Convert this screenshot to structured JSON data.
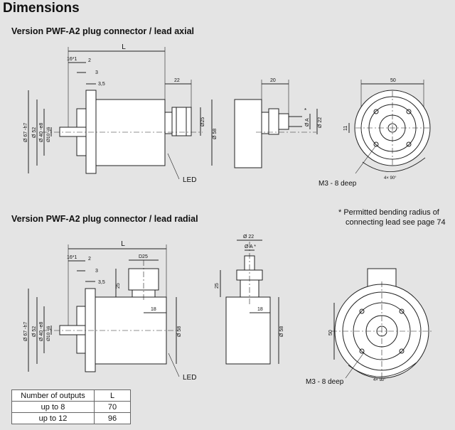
{
  "page": {
    "title": "Dimensions",
    "section_axial": "Version PWF-A2 plug connector / lead axial",
    "section_radial": "Version PWF-A2 plug connector / lead radial",
    "note_line1": "*  Permitted bending radius of",
    "note_line2": "connecting lead see page 74"
  },
  "dims": {
    "L": "L",
    "d16": "16*1",
    "d2": "2",
    "d3": "3",
    "d35": "3,5",
    "d22": "22",
    "d20": "20",
    "d50": "50",
    "d11": "11",
    "d18": "18",
    "d25": "25",
    "dia67": "Ø 67 -h7",
    "dia52": "Ø 52",
    "dia40": "Ø 40 -e8",
    "dia10": "Ø10 -j6",
    "dia58": "Ø 58",
    "dia25": "Ø25",
    "diaA": "Ø A",
    "diaA_star": "Ø A *",
    "dia22": "Ø 22",
    "D25": "D25",
    "star": "*",
    "led": "LED",
    "m3": "M3 - 8 deep",
    "angle": "4× 90°"
  },
  "table": {
    "header": [
      "Number of outputs",
      "L"
    ],
    "rows": [
      [
        "up to 8",
        "70"
      ],
      [
        "up to 12",
        "96"
      ]
    ]
  }
}
